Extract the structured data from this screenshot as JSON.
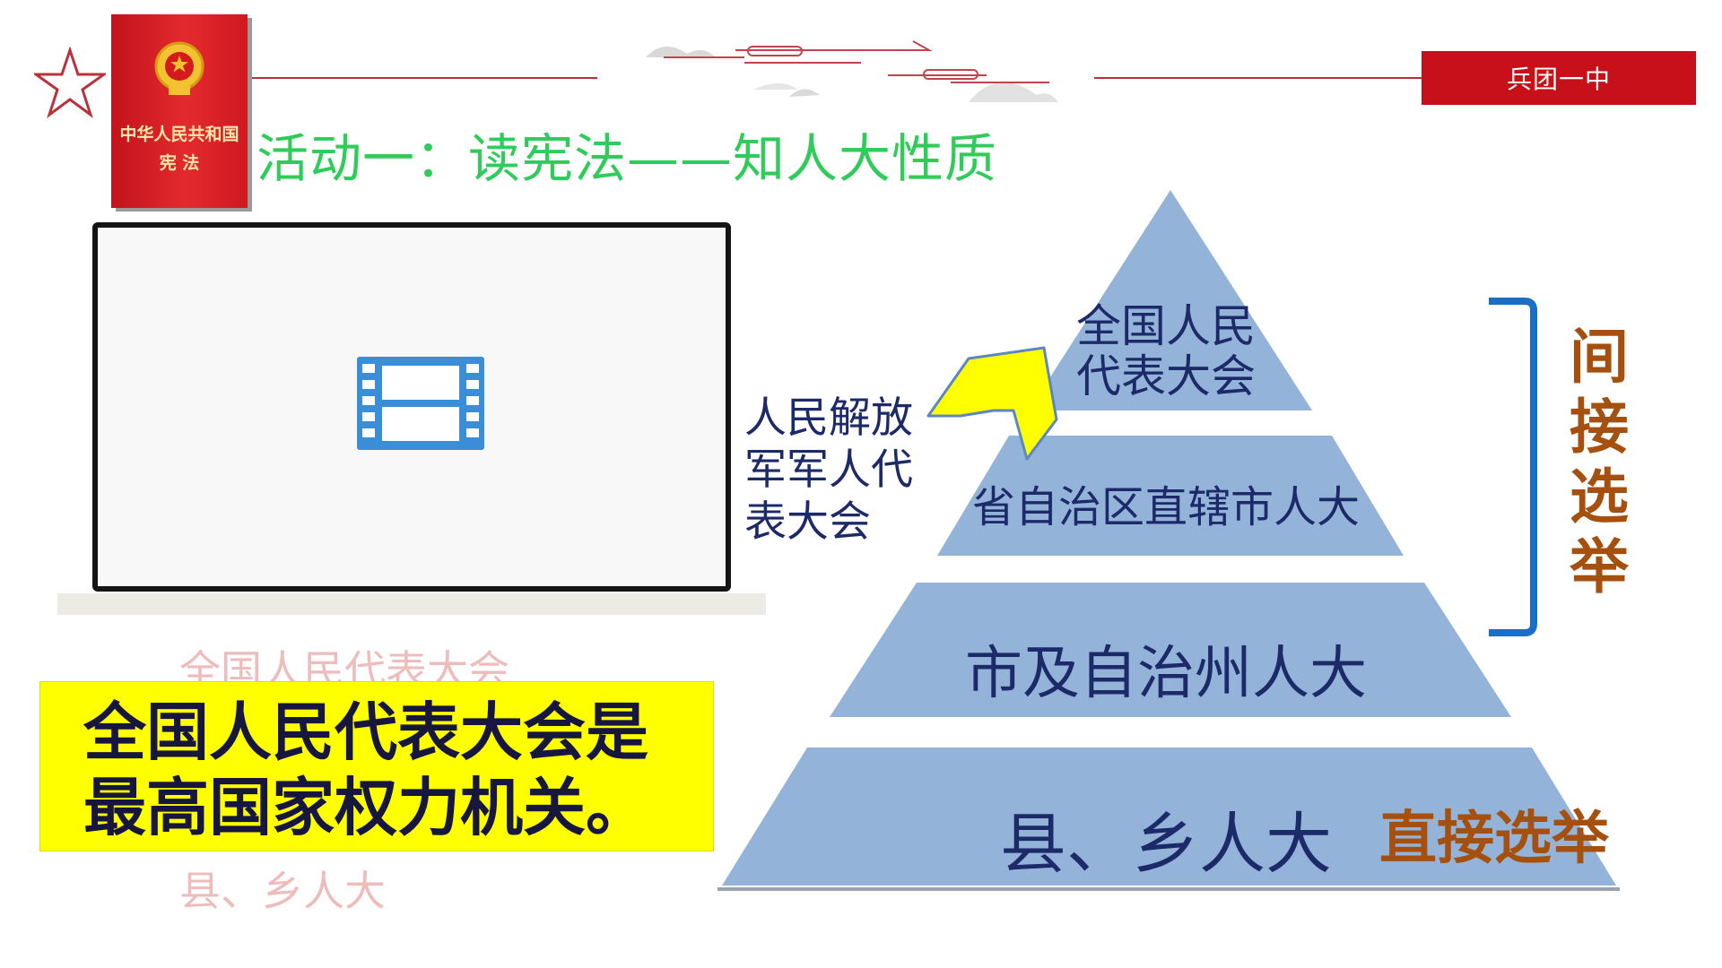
{
  "header": {
    "school_name": "兵团一中",
    "book_title_line1": "中华人民共和国",
    "book_title_line2": "宪  法"
  },
  "slide": {
    "title": "活动一：读宪法——知人大性质"
  },
  "video": {
    "icon": "film-icon"
  },
  "faded_labels": {
    "top": "全国人民代表大会",
    "bottom": "县、乡人大"
  },
  "conclusion": {
    "line1": "全国人民代表大会是",
    "line2": "最高国家权力机关。"
  },
  "diagram": {
    "side_label": "人民解放军军人代表大会",
    "tiers": [
      "全国人民代表大会",
      "省自治区直辖市人大",
      "市及自治州人大",
      "县、乡人大"
    ],
    "direct_label": "直接选举",
    "indirect_label": "间接选举",
    "colors": {
      "tier_fill": "#94b3d8",
      "arrow_fill": "#ffff00",
      "bracket": "#1a6fc4",
      "election_text": "#a5500f",
      "tier_text": "#1d2a6a"
    }
  }
}
